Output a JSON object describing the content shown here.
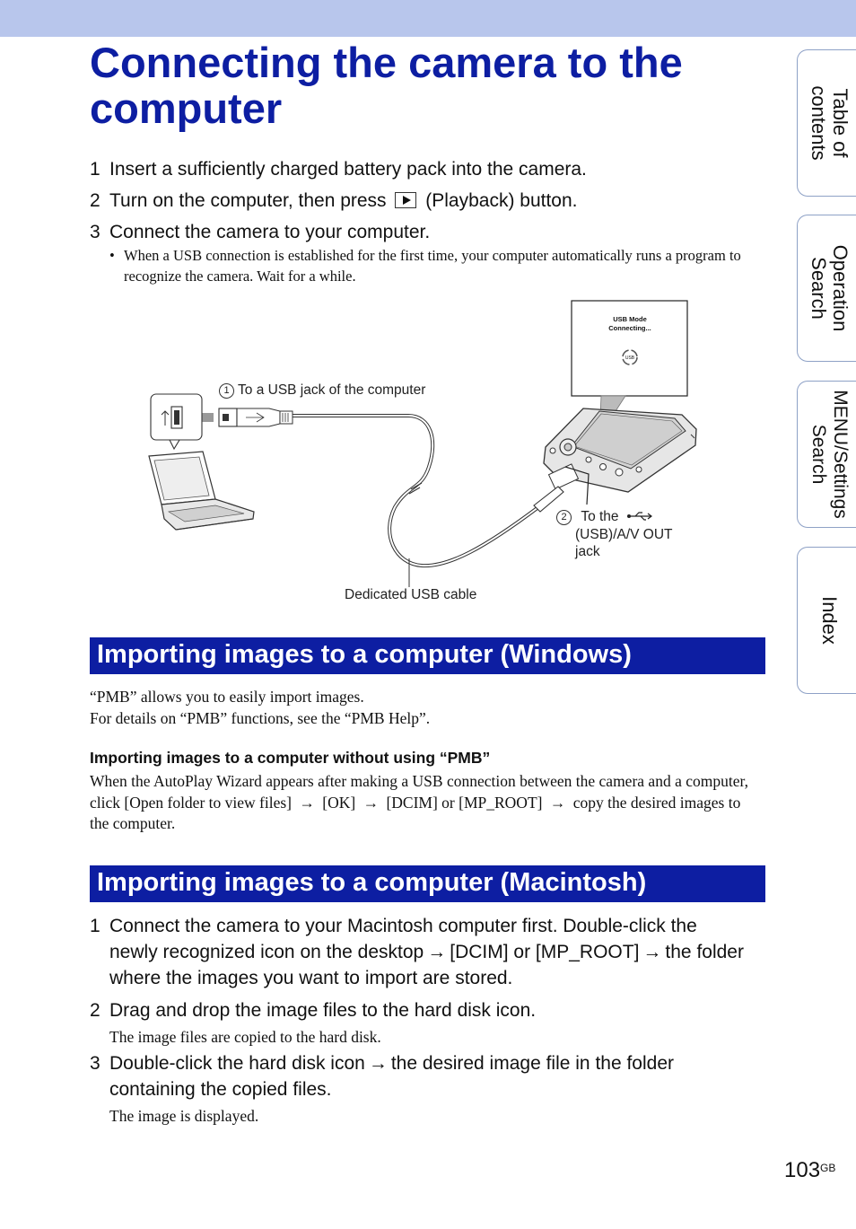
{
  "title": "Connecting the camera to the computer",
  "steps_intro": [
    {
      "num": "1",
      "text": "Insert a sufficiently charged battery pack into the camera."
    },
    {
      "num": "2",
      "text_before": "Turn on the computer, then press",
      "text_after": "(Playback) button."
    },
    {
      "num": "3",
      "text": "Connect the camera to your computer."
    }
  ],
  "bullet": {
    "dot": "•",
    "text": "When a USB connection is established for the first time, your computer automatically runs a program to recognize the camera. Wait for a while."
  },
  "diagram": {
    "screen_line1": "USB Mode",
    "screen_line2": "Connecting...",
    "usb_badge": "USB",
    "callout1_num": "1",
    "callout1_text": "To a USB jack of the computer",
    "callout2_num": "2",
    "callout2_text_a": "To the",
    "callout2_text_b": "(USB)/A/V OUT",
    "callout2_text_c": "jack",
    "cable_label": "Dedicated USB cable"
  },
  "section_windows": {
    "heading": "Importing images to a computer (Windows)",
    "line1": "“PMB” allows you to easily import images.",
    "line2": "For details on “PMB” functions, see the “PMB Help”.",
    "subheading": "Importing images to a computer without using “PMB”",
    "body_a": "When the AutoPlay Wizard appears after making a USB connection between the camera and a computer, click [Open folder to view files]",
    "body_b": "[OK]",
    "body_c": "[DCIM] or [MP_ROOT]",
    "body_d": "copy the desired images to the computer.",
    "arrow": "→"
  },
  "section_mac": {
    "heading": "Importing images to a computer (Macintosh)",
    "step1_num": "1",
    "step1_a": "Connect the camera to your Macintosh computer first. Double-click the newly recognized icon on the desktop",
    "step1_b": "[DCIM] or [MP_ROOT]",
    "step1_c": "the folder where the images you want to import are stored.",
    "step2_num": "2",
    "step2": "Drag and drop the image files to the hard disk icon.",
    "step2_note": "The image files are copied to the hard disk.",
    "step3_num": "3",
    "step3_a": "Double-click the hard disk icon",
    "step3_b": "the desired image file in the folder containing the copied files.",
    "step3_note": "The image is displayed.",
    "arrow": "→"
  },
  "side_tabs": [
    {
      "label": "Table of\ncontents"
    },
    {
      "label": "Operation\nSearch"
    },
    {
      "label": "MENU/Settings\nSearch"
    },
    {
      "label": "Index"
    }
  ],
  "page": {
    "number": "103",
    "suffix": "GB"
  },
  "colors": {
    "accent": "#0d1ea2",
    "band": "#b8c6ec",
    "tab_border": "#8ea1c6"
  }
}
